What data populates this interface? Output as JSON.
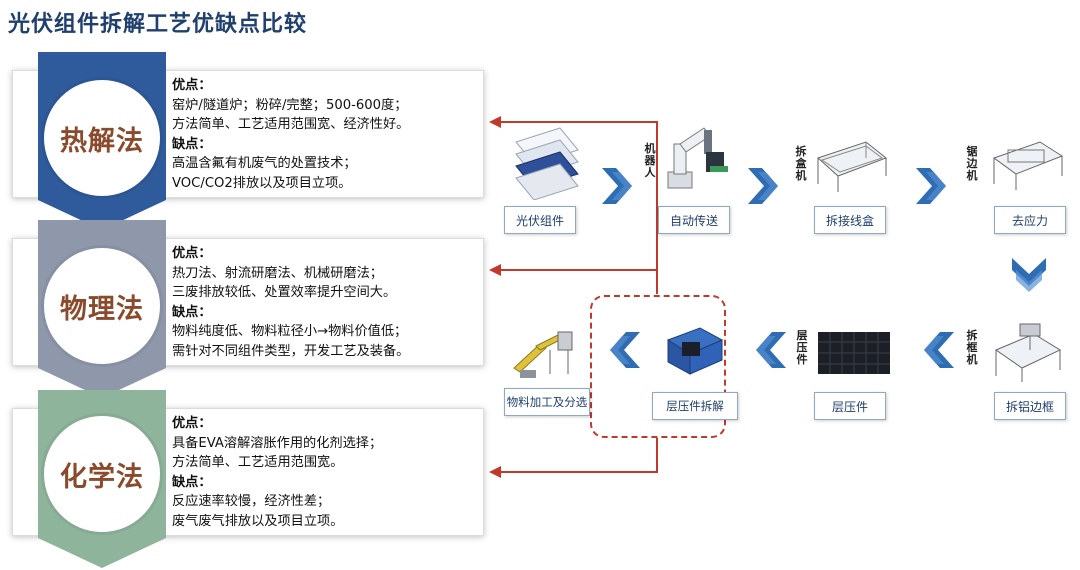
{
  "title": "光伏组件拆解工艺优缺点比较",
  "colors": {
    "title": "#1f3f6e",
    "pyrolysis_ribbon": "#2f5a9c",
    "physical_ribbon": "#8f97ab",
    "chemical_ribbon": "#8fb49c",
    "method_text": "#8b4a2b",
    "arrow": "#2f6db3",
    "red": "#c0392b"
  },
  "methods": [
    {
      "name": "热解法",
      "pros_title": "优点：",
      "pros": [
        "窑炉/隧道炉；粉碎/完整；500-600度；",
        "方法简单、工艺适用范围宽、经济性好。"
      ],
      "cons_title": "缺点：",
      "cons": [
        "高温含氟有机废气的处置技术；",
        "VOC/CO2排放以及项目立项。"
      ]
    },
    {
      "name": "物理法",
      "pros_title": "优点：",
      "pros": [
        "热刀法、射流研磨法、机械研磨法；",
        "三废排放较低、处置效率提升空间大。"
      ],
      "cons_title": "缺点：",
      "cons": [
        "物料纯度低、物料粒径小→物料价值低；",
        "需针对不同组件类型，开发工艺及装备。"
      ]
    },
    {
      "name": "化学法",
      "pros_title": "优点：",
      "pros": [
        "具备EVA溶解溶胀作用的化剂选择；",
        "方法简单、工艺适用范围宽。"
      ],
      "cons_title": "缺点：",
      "cons": [
        "反应速率较慢，经济性差；",
        "废气废气排放以及项目立项。"
      ]
    }
  ],
  "process": {
    "pv_module": "光伏组件",
    "auto_transfer": "自动传送",
    "remove_junction_box": "拆接线盒",
    "stress_relief": "去应力",
    "remove_al_frame": "拆铝边框",
    "laminate": "层压件",
    "laminate_dismantle": "层压件拆解",
    "material_processing": "物料加工及分选"
  },
  "machine_labels": {
    "robot": "机器人",
    "box_machine": "拆盒机",
    "saw_machine": "锯边机",
    "frame_machine": "拆框机",
    "laminate_machine": "层压件"
  }
}
